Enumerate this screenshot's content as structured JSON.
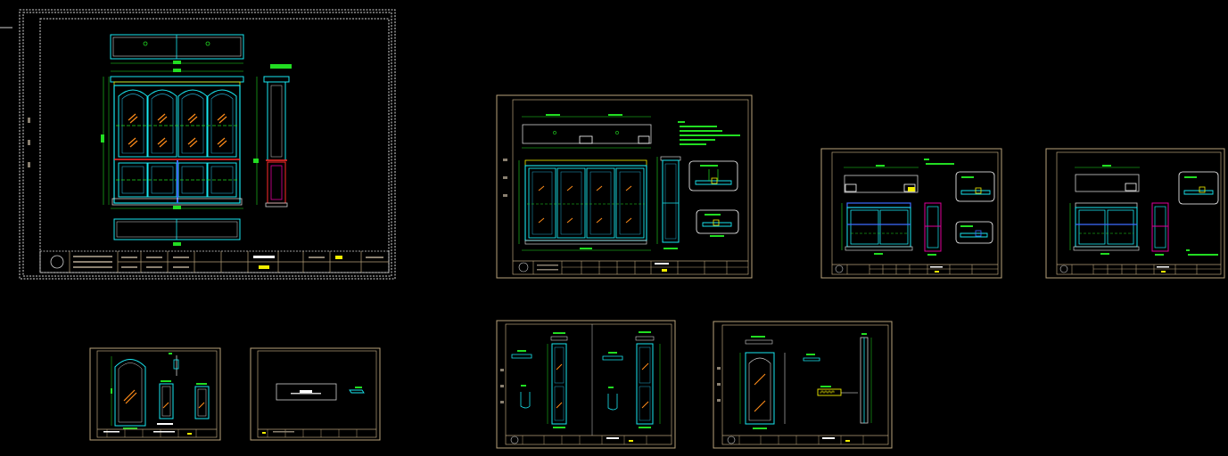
{
  "app": {
    "view": "cad-model-space",
    "background_color": "#000000"
  },
  "colors": {
    "sheet_border": "#b8a27a",
    "sheet_border_dotted": "#d8d8d8",
    "cabinet_cyan": "#19e6f0",
    "dimension_green": "#22dd22",
    "highlight_yellow": "#f2ee00",
    "section_red": "#ff2a2a",
    "frame_blue": "#3d6bff",
    "section_magenta": "#e0009a",
    "title_block_white": "#ffffff",
    "sheet_text_gray": "#8a8070"
  },
  "sheets": [
    {
      "id": "sheet-main-elevation",
      "kind": "full-elevation-with-side-section"
    },
    {
      "id": "sheet-elevation-details",
      "kind": "elevation-plan-and-details"
    },
    {
      "id": "sheet-small-cabinet-a",
      "kind": "small-elevation-and-details"
    },
    {
      "id": "sheet-small-cabinet-b",
      "kind": "small-elevation-and-details"
    },
    {
      "id": "sheet-door-panel",
      "kind": "door-panel-elevations"
    },
    {
      "id": "sheet-molding",
      "kind": "molding-section"
    },
    {
      "id": "sheet-side-panels",
      "kind": "side-panel-elevations"
    },
    {
      "id": "sheet-single-door",
      "kind": "single-door-elevation-and-profile"
    }
  ]
}
